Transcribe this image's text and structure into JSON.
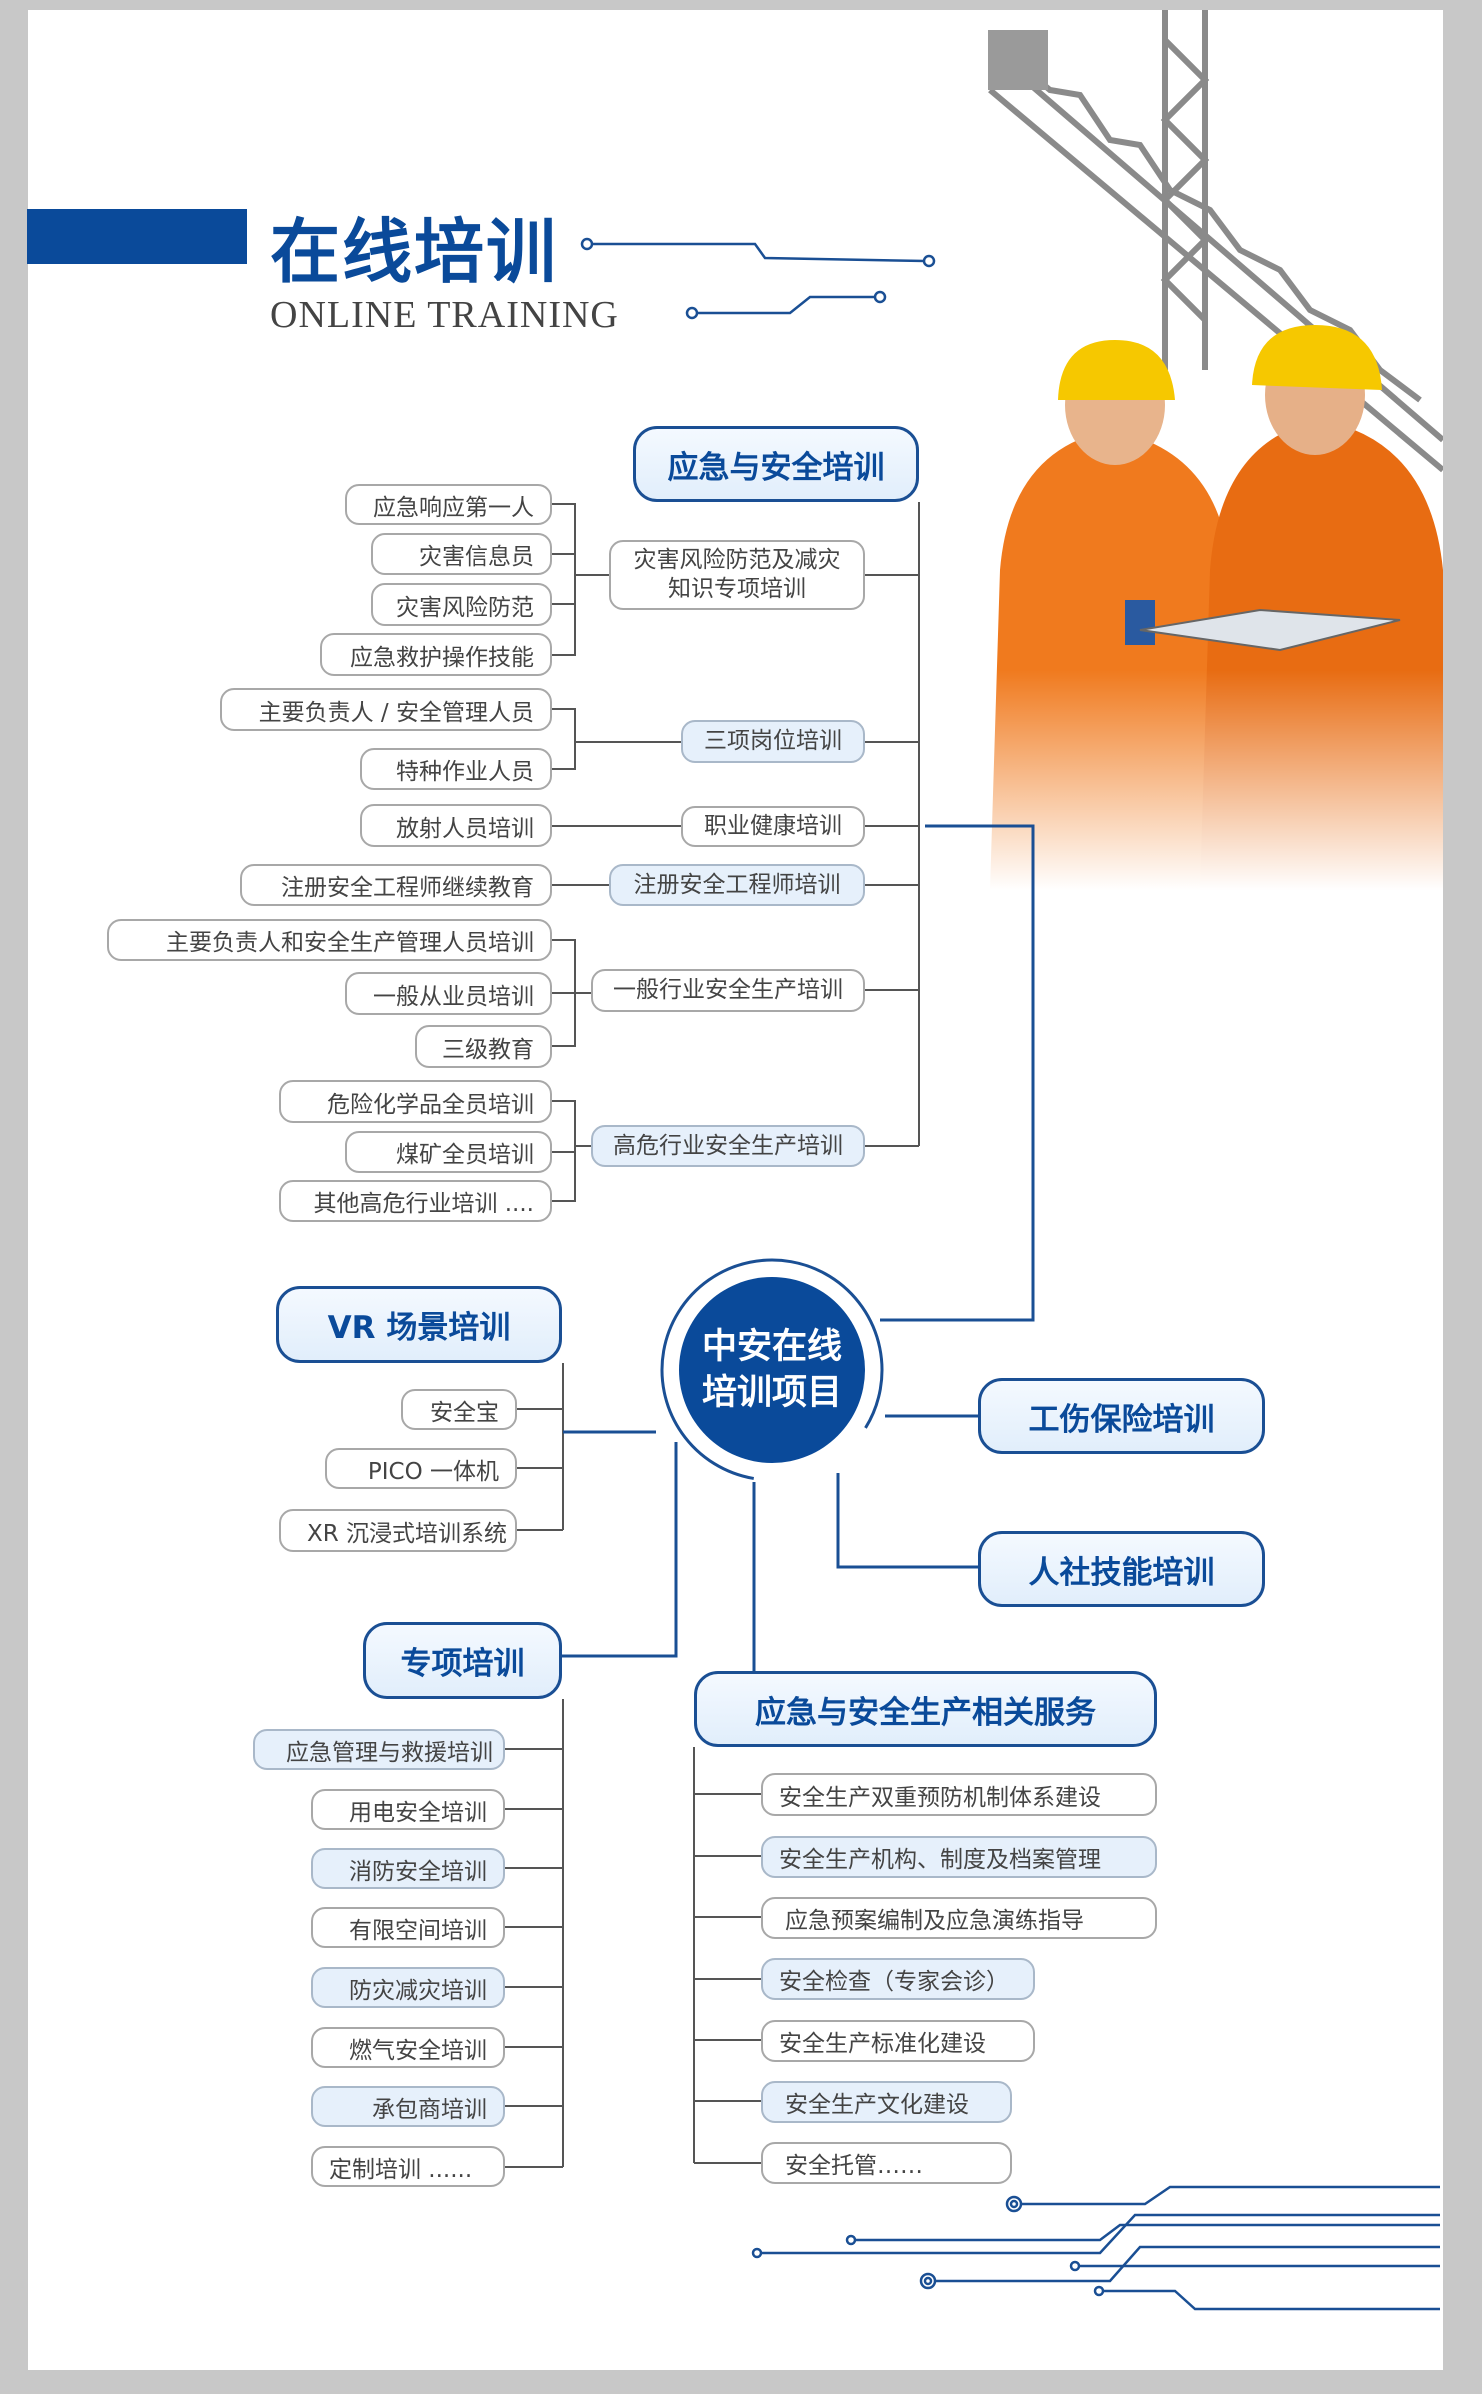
{
  "header": {
    "title": "在线培训",
    "subtitle": "ONLINE TRAINING"
  },
  "center": {
    "line1": "中安在线",
    "line2": "培训项目"
  },
  "emergency": {
    "title": "应急与安全培训",
    "subgroups": [
      {
        "label": "灾害风险防范及减灾知识专项培训",
        "items": [
          "应急响应第一人",
          "灾害信息员",
          "灾害风险防范",
          "应急救护操作技能"
        ]
      },
      {
        "label": "三项岗位培训",
        "items": [
          "主要负责人 / 安全管理人员",
          "特种作业人员"
        ]
      },
      {
        "label": "职业健康培训",
        "items": [
          "放射人员培训"
        ]
      },
      {
        "label": "注册安全工程师培训",
        "items": [
          "注册安全工程师继续教育"
        ]
      },
      {
        "label": "一般行业安全生产培训",
        "items": [
          "主要负责人和安全生产管理人员培训",
          "一般从业员培训",
          "三级教育"
        ]
      },
      {
        "label": "高危行业安全生产培训",
        "items": [
          "危险化学品全员培训",
          "煤矿全员培训",
          "其他高危行业培训 ...."
        ]
      }
    ]
  },
  "vr": {
    "title": "VR 场景培训",
    "items": [
      "安全宝",
      "PICO 一体机",
      "XR 沉浸式培训系统"
    ]
  },
  "injury": {
    "title": "工伤保险培训"
  },
  "skills": {
    "title": "人社技能培训"
  },
  "special": {
    "title": "专项培训",
    "items": [
      "应急管理与救援培训",
      "用电安全培训",
      "消防安全培训",
      "有限空间培训",
      "防灾减灾培训",
      "燃气安全培训",
      "承包商培训",
      "定制培训 ......"
    ]
  },
  "services": {
    "title": "应急与安全生产相关服务",
    "items": [
      "安全生产双重预防机制体系建设",
      "安全生产机构、制度及档案管理",
      "应急预案编制及应急演练指导",
      "安全检查（专家会诊）",
      "安全生产标准化建设",
      "安全生产文化建设",
      "安全托管……"
    ]
  },
  "colors": {
    "brand": "#0a4a9a",
    "accent_fill": "#e6f0fb",
    "worker_suit": "#f07a1e",
    "helmet": "#f6c800"
  }
}
